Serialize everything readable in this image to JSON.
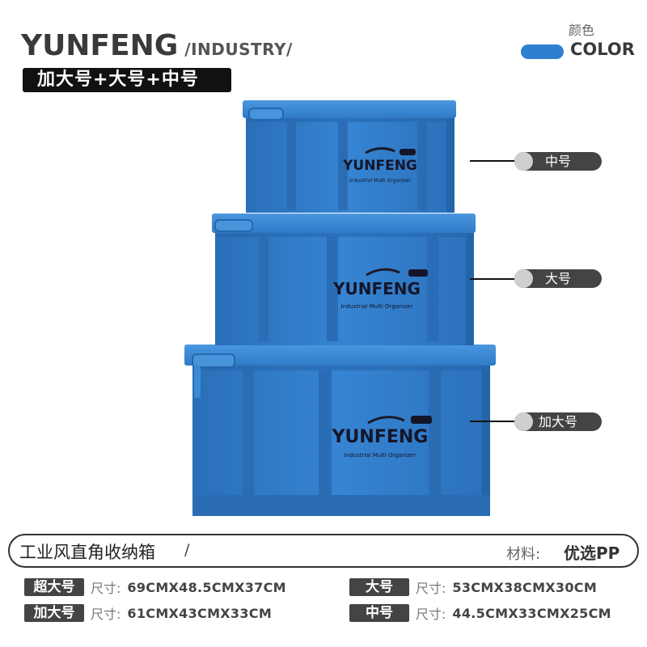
{
  "brand": {
    "name": "YUNFENG",
    "subtitle": "/INDUSTRY/"
  },
  "banner": {
    "sizes": "加大号+大号+中号"
  },
  "color": {
    "caption": "颜色",
    "label": "COLOR",
    "swatch_hex": "#2f7fd0"
  },
  "boxes": {
    "logo_text": "YUNFENG",
    "tagline": "Industrial Multi Organizer",
    "badge": "YUNFENG",
    "body_color": "#2f7bc8",
    "lid_color": "#3a88d4"
  },
  "callouts": [
    {
      "label": "中号"
    },
    {
      "label": "大号"
    },
    {
      "label": "加大号"
    }
  ],
  "product": {
    "title": "工业风直角收纳箱",
    "slash": "/",
    "material_label": "材料:",
    "material_value": "优选PP"
  },
  "specs": [
    {
      "tag": "超大号",
      "label": "尺寸:",
      "value": "69CMX48.5CMX37CM"
    },
    {
      "tag": "大号",
      "label": "尺寸:",
      "value": "53CMX38CMX30CM"
    },
    {
      "tag": "加大号",
      "label": "尺寸:",
      "value": "61CMX43CMX33CM"
    },
    {
      "tag": "中号",
      "label": "尺寸:",
      "value": "44.5CMX33CMX25CM"
    }
  ]
}
